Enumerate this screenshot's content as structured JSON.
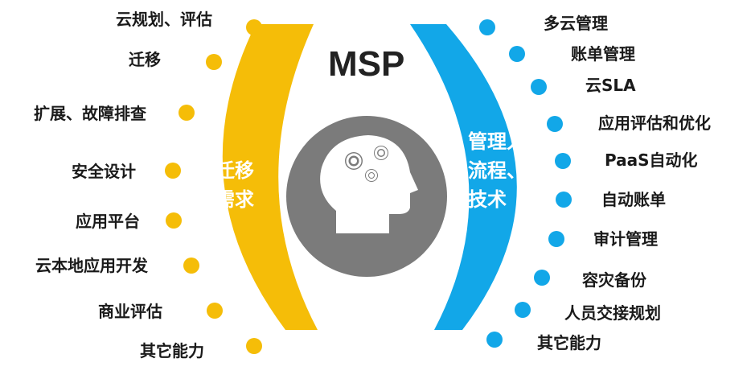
{
  "title": "MSP",
  "left_arc": {
    "text": "迁移\n需求",
    "color": "#f5bd08",
    "items": [
      "云规划、评估",
      "迁移",
      "扩展、故障排查",
      "安全设计",
      "应用平台",
      "云本地应用开发",
      "商业评估",
      "其它能力"
    ]
  },
  "right_arc": {
    "text": "管理人\n流程、\n技术",
    "color": "#12a7e8",
    "items": [
      "多云管理",
      "账单管理",
      "云SLA",
      "应用评估和优化",
      "PaaS自动化",
      "自动账单",
      "审计管理",
      "容灾备份",
      "人员交接规划",
      "其它能力"
    ]
  },
  "center": {
    "icon": "head-with-gears-icon",
    "color": "#7b7b7b"
  }
}
